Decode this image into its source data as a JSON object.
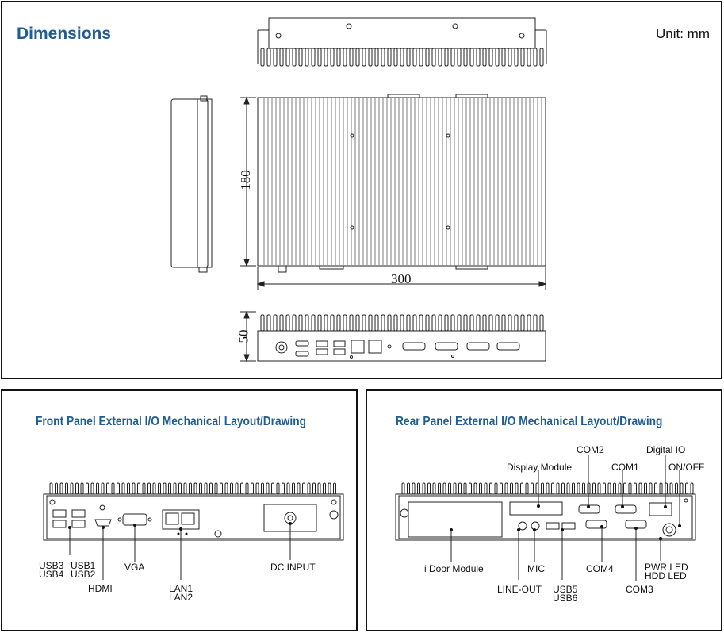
{
  "dimensions": {
    "title": "Dimensions",
    "unit": "Unit: mm",
    "width": "300",
    "depth": "180",
    "height": "50"
  },
  "front_panel": {
    "title": "Front Panel External I/O Mechanical Layout/Drawing",
    "labels": {
      "usb3": "USB3",
      "usb4": "USB4",
      "usb1": "USB1",
      "usb2": "USB2",
      "hdmi": "HDMI",
      "vga": "VGA",
      "lan1": "LAN1",
      "lan2": "LAN2",
      "dc_input": "DC INPUT"
    }
  },
  "rear_panel": {
    "title": "Rear Panel External I/O Mechanical Layout/Drawing",
    "labels": {
      "com2": "COM2",
      "digital_io": "Digital IO",
      "display_module": "Display Module",
      "com1": "COM1",
      "on_off": "ON/OFF",
      "idoor": "i Door Module",
      "mic": "MIC",
      "com4": "COM4",
      "pwr_led": "PWR LED",
      "hdd_led": "HDD LED",
      "line_out": "LINE-OUT",
      "usb5": "USB5",
      "usb6": "USB6",
      "com3": "COM3"
    }
  }
}
